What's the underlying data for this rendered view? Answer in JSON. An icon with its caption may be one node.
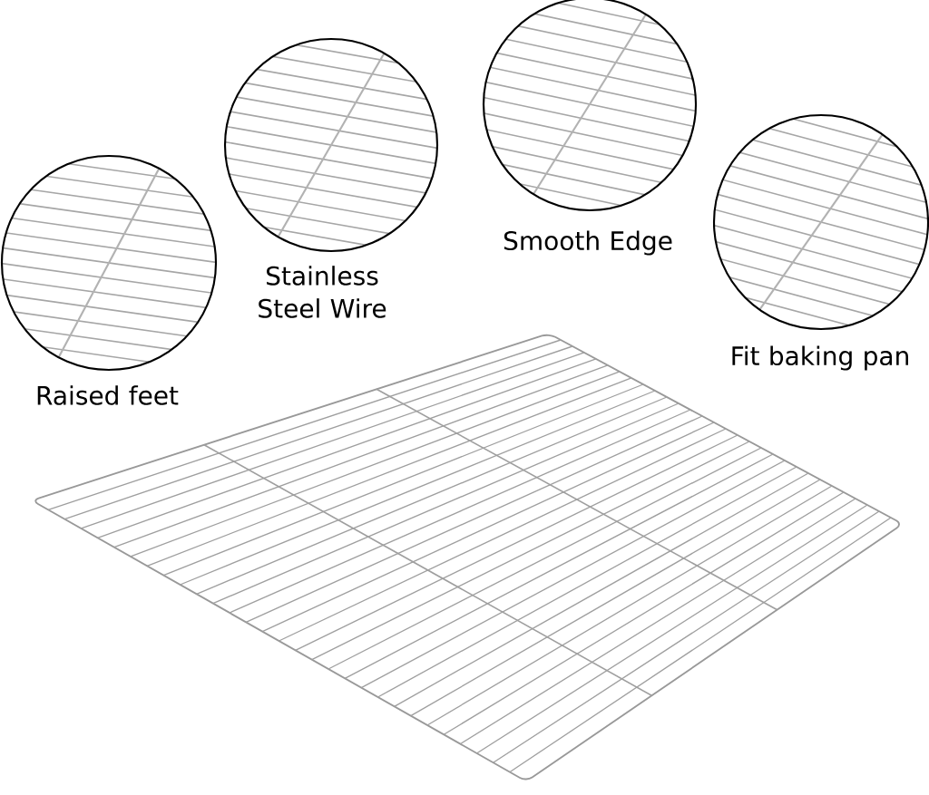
{
  "diagram": {
    "labels": [
      "Smooth Edge",
      "Stainless Steel Wire",
      "Fit baking pan",
      "Raised feet"
    ]
  }
}
